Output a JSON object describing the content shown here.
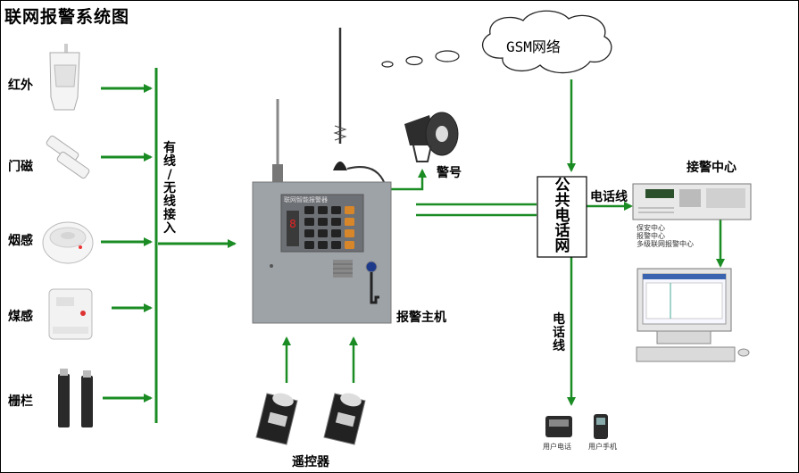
{
  "title": "联网报警系统图",
  "sensors": {
    "infrared": "红外",
    "door_magnet": "门磁",
    "smoke": "烟感",
    "gas": "煤感",
    "fence": "栅栏"
  },
  "bus_label": [
    "有",
    "线",
    "/",
    "无",
    "线",
    "接",
    "入"
  ],
  "main_unit_label": "报警主机",
  "siren_label": "警号",
  "remote_label": "遥控器",
  "gsm_label": "GSM网络",
  "pstn_label": [
    "公",
    "共",
    "电",
    "话",
    "网"
  ],
  "phone_line_h": "电话线",
  "phone_line_v": [
    "电",
    "话",
    "线"
  ],
  "center_label": "接警中心",
  "center_notes": [
    "保安中心",
    "报警中心",
    "多级联网报警中心"
  ],
  "user_phone": "用户电话",
  "user_mobile": "用户手机",
  "keypad_caption": "联网智能报警器",
  "colors": {
    "arrow": "#1a8c23",
    "box_bg": "#9ea3a8",
    "line": "#1a8c23"
  }
}
